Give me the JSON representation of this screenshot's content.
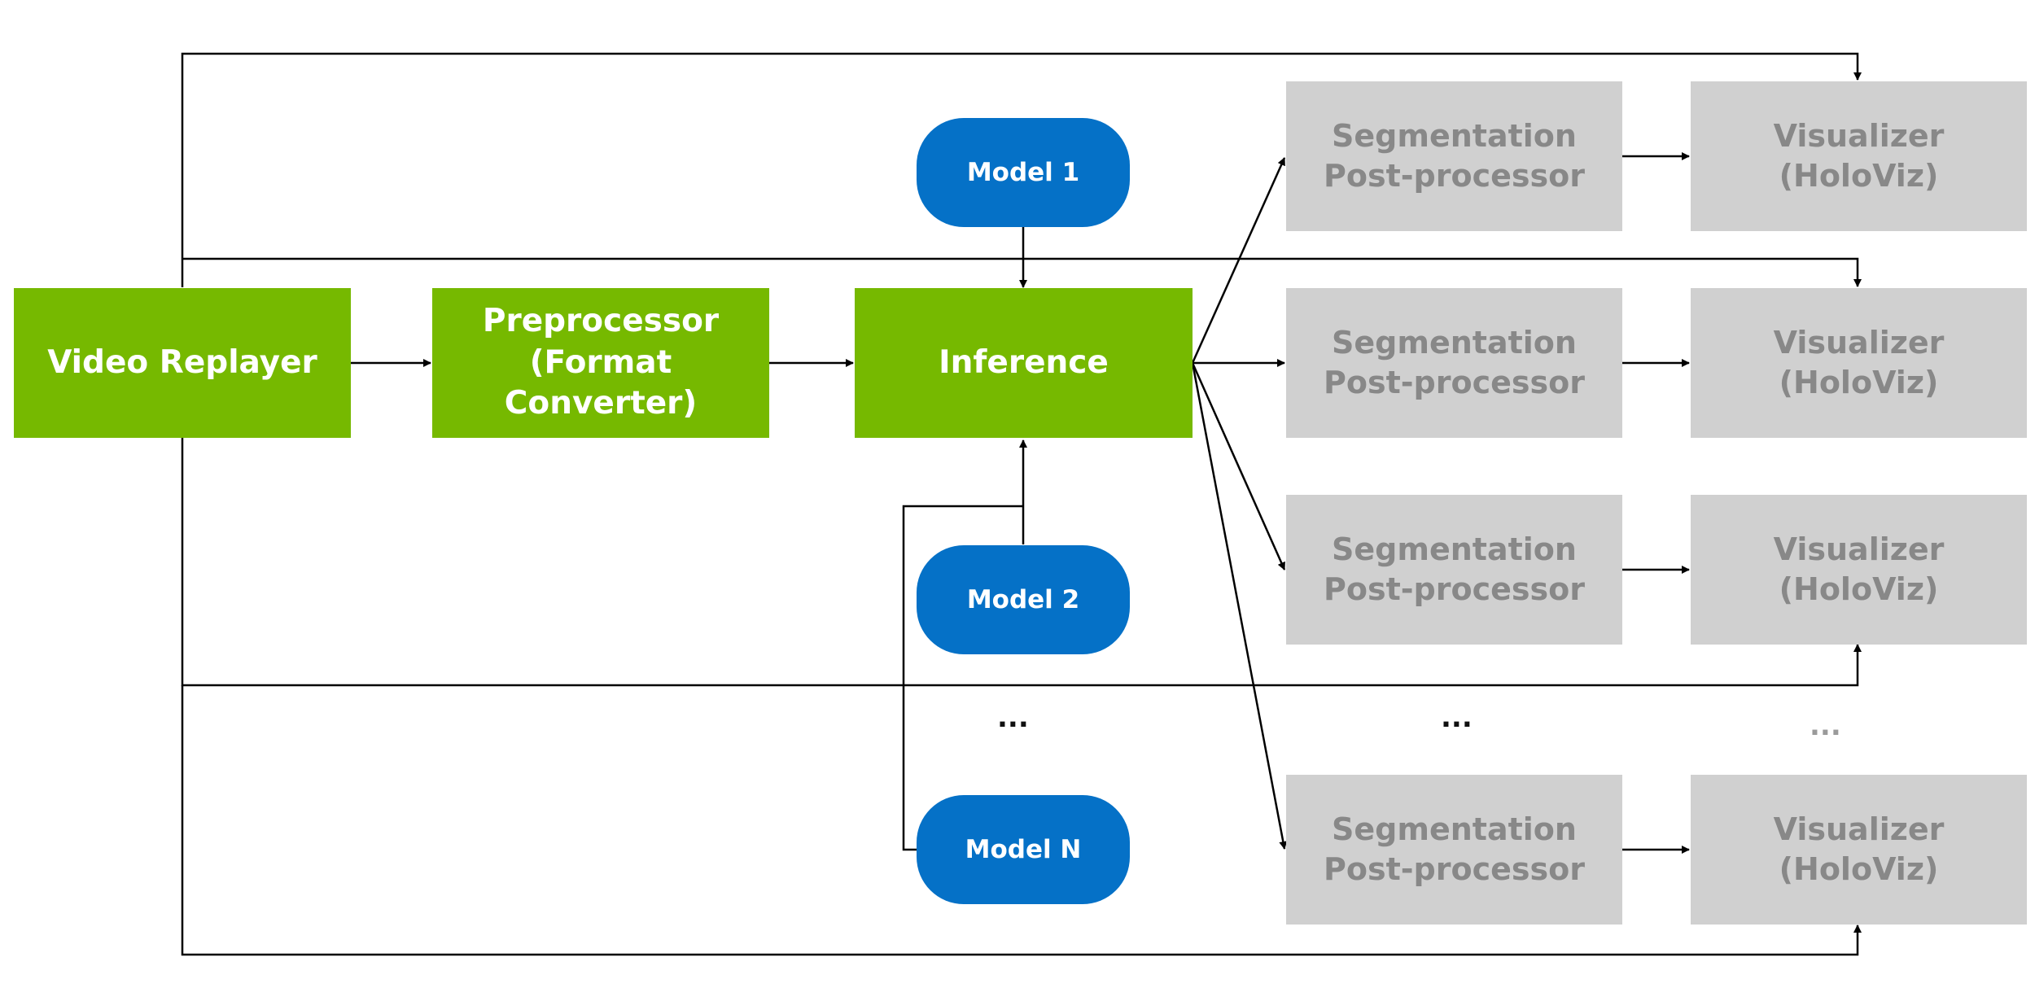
{
  "nodes": {
    "video_replayer": "Video Replayer",
    "preprocessor": "Preprocessor\n(Format Converter)",
    "inference": "Inference",
    "model_1": "Model 1",
    "model_2": "Model 2",
    "model_n": "Model N",
    "segmentation": [
      "Segmentation\nPost-processor",
      "Segmentation\nPost-processor",
      "Segmentation\nPost-processor",
      "Segmentation\nPost-processor"
    ],
    "visualizer": [
      "Visualizer (HoloViz)",
      "Visualizer (HoloViz)",
      "Visualizer (HoloViz)",
      "Visualizer (HoloViz)"
    ]
  },
  "ellipsis": {
    "models": "...",
    "segmentation": "...",
    "visualizer": "..."
  },
  "colors": {
    "operator": "#76b900",
    "model": "#0571c7",
    "inactive": "#d0d0d0",
    "inactive_text": "#888888",
    "connector": "#000000"
  }
}
